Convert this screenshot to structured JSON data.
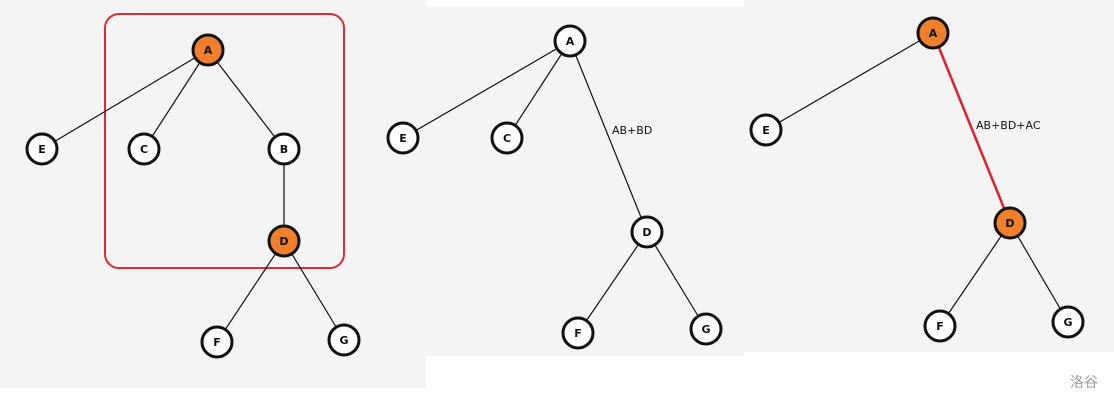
{
  "watermark": "洛谷",
  "colors": {
    "panel_background": "#f4f4f4",
    "highlight_node_fill": "#f07f2c",
    "normal_node_fill": "#ffffff",
    "node_stroke": "#111111",
    "edge_stroke": "#111111",
    "highlight_edge_stroke": "#e0202a",
    "highlight_box_stroke": "#dc2a33"
  },
  "panels": [
    {
      "id": "panel-1",
      "nodes": [
        {
          "id": "A",
          "label": "A",
          "highlight": true
        },
        {
          "id": "E",
          "label": "E",
          "highlight": false
        },
        {
          "id": "C",
          "label": "C",
          "highlight": false
        },
        {
          "id": "B",
          "label": "B",
          "highlight": false
        },
        {
          "id": "D",
          "label": "D",
          "highlight": true
        },
        {
          "id": "F",
          "label": "F",
          "highlight": false
        },
        {
          "id": "G",
          "label": "G",
          "highlight": false
        }
      ],
      "edges": [
        {
          "from": "A",
          "to": "E",
          "highlight": false
        },
        {
          "from": "A",
          "to": "C",
          "highlight": false
        },
        {
          "from": "A",
          "to": "B",
          "highlight": false
        },
        {
          "from": "B",
          "to": "D",
          "highlight": false
        },
        {
          "from": "D",
          "to": "F",
          "highlight": false
        },
        {
          "from": "D",
          "to": "G",
          "highlight": false
        }
      ],
      "highlight_box": true
    },
    {
      "id": "panel-2",
      "nodes": [
        {
          "id": "A",
          "label": "A",
          "highlight": false
        },
        {
          "id": "E",
          "label": "E",
          "highlight": false
        },
        {
          "id": "C",
          "label": "C",
          "highlight": false
        },
        {
          "id": "D",
          "label": "D",
          "highlight": false
        },
        {
          "id": "F",
          "label": "F",
          "highlight": false
        },
        {
          "id": "G",
          "label": "G",
          "highlight": false
        }
      ],
      "edges": [
        {
          "from": "A",
          "to": "E",
          "highlight": false
        },
        {
          "from": "A",
          "to": "C",
          "highlight": false
        },
        {
          "from": "A",
          "to": "D",
          "highlight": false,
          "label": "AB+BD"
        },
        {
          "from": "D",
          "to": "F",
          "highlight": false
        },
        {
          "from": "D",
          "to": "G",
          "highlight": false
        }
      ],
      "highlight_box": false
    },
    {
      "id": "panel-3",
      "nodes": [
        {
          "id": "A",
          "label": "A",
          "highlight": true
        },
        {
          "id": "E",
          "label": "E",
          "highlight": false
        },
        {
          "id": "D",
          "label": "D",
          "highlight": true
        },
        {
          "id": "F",
          "label": "F",
          "highlight": false
        },
        {
          "id": "G",
          "label": "G",
          "highlight": false
        }
      ],
      "edges": [
        {
          "from": "A",
          "to": "E",
          "highlight": false
        },
        {
          "from": "A",
          "to": "D",
          "highlight": true,
          "label": "AB+BD+AC"
        },
        {
          "from": "D",
          "to": "F",
          "highlight": false
        },
        {
          "from": "D",
          "to": "G",
          "highlight": false
        }
      ],
      "highlight_box": false
    }
  ]
}
